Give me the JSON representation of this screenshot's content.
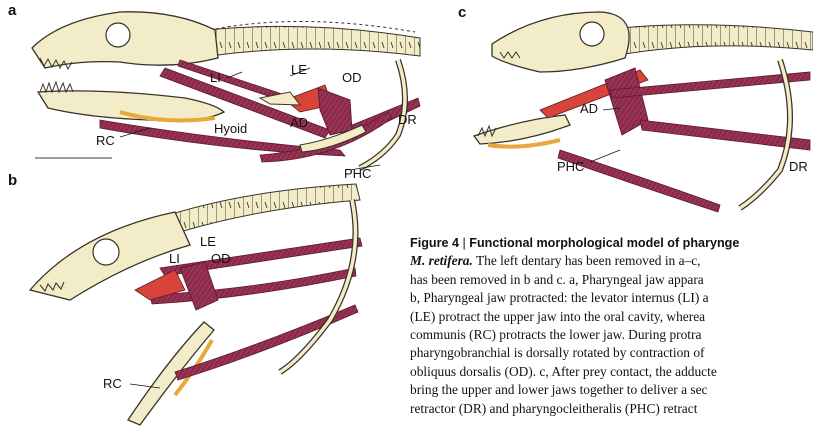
{
  "panels": {
    "a": {
      "letter": "a",
      "labels": {
        "LI": "LI",
        "LE": "LE",
        "OD": "OD",
        "AD": "AD",
        "DR": "DR",
        "RC": "RC",
        "Hyoid": "Hyoid",
        "PHC": "PHC"
      }
    },
    "b": {
      "letter": "b",
      "labels": {
        "LE": "LE",
        "LI": "LI",
        "OD": "OD",
        "RC": "RC"
      }
    },
    "c": {
      "letter": "c",
      "labels": {
        "AD": "AD",
        "PHC": "PHC",
        "DR": "DR"
      }
    }
  },
  "caption": {
    "title_prefix": "Figure 4",
    "separator": "|",
    "title_text": "Functional morphological model of pharynge",
    "species": "M. retifera.",
    "line1_rest": " The left dentary has been removed in a–c,",
    "line2": "has been removed in b and c. a, Pharyngeal jaw appara",
    "line3": "b, Pharyngeal jaw protracted: the levator internus (LI) a",
    "line4": "(LE) protract the upper jaw into the oral cavity, wherea",
    "line5": "communis (RC) protracts the lower jaw. During protra",
    "line6": "pharyngobranchial is dorsally rotated by contraction of",
    "line7": "obliquus dorsalis (OD). c, After prey contact, the adducte",
    "line8": "bring the upper and lower jaws together to deliver a sec",
    "line9": "retractor (DR) and pharyngocleitheralis (PHC) retract"
  },
  "colors": {
    "bone": "#f2ecc8",
    "bone_outline": "#3a3228",
    "muscle_dark": "#8c2a4a",
    "muscle_red": "#d9443a",
    "cartilage": "#e8a93c"
  }
}
